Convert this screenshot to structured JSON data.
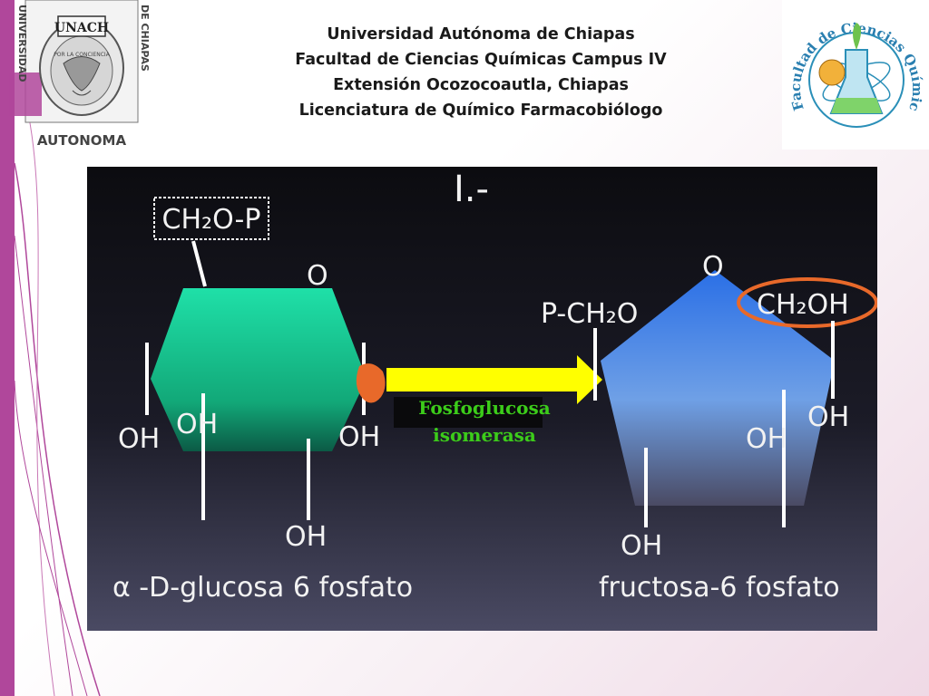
{
  "header": {
    "line1": "Universidad Autónoma de Chiapas",
    "line2": "Facultad de Ciencias Químicas Campus IV",
    "line3": "Extensión Ocozocoautla, Chiapas",
    "line4": "Licenciatura de Químico Farmacobiólogo"
  },
  "logo_left": {
    "top_text": "UNACH",
    "left_text": "UNIVERSIDAD",
    "right_text": "DE CHIAPAS",
    "bottom_text": "AUTONOMA",
    "seal_text": "POR LA CONCIENCIA"
  },
  "logo_right": {
    "ring_text": "Facultad de Ciencias Químicas Ocozocoautla"
  },
  "diagram": {
    "step_label": "I.-",
    "glucose": {
      "ch2op": "CH₂O-P",
      "o": "O",
      "oh1": "OH",
      "oh2": "OH",
      "oh3": "OH",
      "oh4": "OH",
      "name": "α -D-glucosa 6 fosfato"
    },
    "fructose": {
      "pch2o": "P-CH₂O",
      "o": "O",
      "ch2oh": "CH₂OH",
      "oh1": "OH",
      "oh2": "OH",
      "oh3": "OH",
      "name": "fructosa-6 fosfato"
    },
    "enzyme": {
      "line1": "Fosfoglucosa",
      "line2": "isomerasa"
    }
  },
  "colors": {
    "accent": "#b0479b",
    "glucose_ring": "#1fd39a",
    "fructose_ring": "#3b82e6",
    "arrow": "#ffff00",
    "enzyme_text": "#3ccc1a",
    "highlight": "#e8692a",
    "slide_bg_top": "#0c0c10",
    "slide_bg_bottom": "#4a4a63"
  }
}
